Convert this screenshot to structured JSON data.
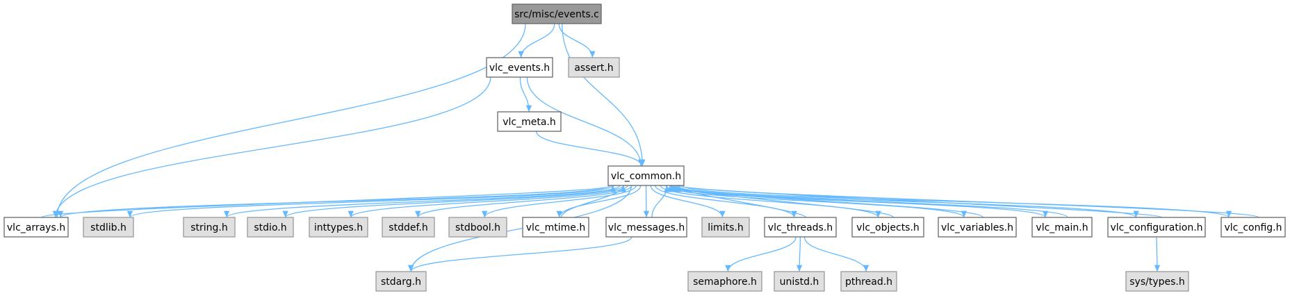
{
  "graph": {
    "nodes": [
      {
        "id": "events_c",
        "label": "src/misc/events.c",
        "kind": "root"
      },
      {
        "id": "vlc_events_h",
        "label": "vlc_events.h",
        "kind": "doc"
      },
      {
        "id": "assert_h",
        "label": "assert.h",
        "kind": "sys"
      },
      {
        "id": "vlc_meta_h",
        "label": "vlc_meta.h",
        "kind": "doc"
      },
      {
        "id": "vlc_common_h",
        "label": "vlc_common.h",
        "kind": "doc"
      },
      {
        "id": "vlc_arrays_h",
        "label": "vlc_arrays.h",
        "kind": "doc"
      },
      {
        "id": "stdlib_h",
        "label": "stdlib.h",
        "kind": "sys"
      },
      {
        "id": "string_h",
        "label": "string.h",
        "kind": "sys"
      },
      {
        "id": "stdio_h",
        "label": "stdio.h",
        "kind": "sys"
      },
      {
        "id": "inttypes_h",
        "label": "inttypes.h",
        "kind": "sys"
      },
      {
        "id": "stddef_h",
        "label": "stddef.h",
        "kind": "sys"
      },
      {
        "id": "stdbool_h",
        "label": "stdbool.h",
        "kind": "sys"
      },
      {
        "id": "vlc_mtime_h",
        "label": "vlc_mtime.h",
        "kind": "doc"
      },
      {
        "id": "vlc_messages_h",
        "label": "vlc_messages.h",
        "kind": "doc"
      },
      {
        "id": "limits_h",
        "label": "limits.h",
        "kind": "sys"
      },
      {
        "id": "vlc_threads_h",
        "label": "vlc_threads.h",
        "kind": "doc"
      },
      {
        "id": "vlc_objects_h",
        "label": "vlc_objects.h",
        "kind": "doc"
      },
      {
        "id": "vlc_variables_h",
        "label": "vlc_variables.h",
        "kind": "doc"
      },
      {
        "id": "vlc_main_h",
        "label": "vlc_main.h",
        "kind": "doc"
      },
      {
        "id": "vlc_configuration_h",
        "label": "vlc_configuration.h",
        "kind": "doc"
      },
      {
        "id": "vlc_config_h",
        "label": "vlc_config.h",
        "kind": "doc"
      },
      {
        "id": "stdarg_h",
        "label": "stdarg.h",
        "kind": "sys"
      },
      {
        "id": "semaphore_h",
        "label": "semaphore.h",
        "kind": "sys"
      },
      {
        "id": "unistd_h",
        "label": "unistd.h",
        "kind": "sys"
      },
      {
        "id": "pthread_h",
        "label": "pthread.h",
        "kind": "sys"
      },
      {
        "id": "sys_types_h",
        "label": "sys/types.h",
        "kind": "sys"
      }
    ],
    "edges": [
      [
        "events_c",
        "vlc_events_h"
      ],
      [
        "events_c",
        "assert_h"
      ],
      [
        "events_c",
        "vlc_arrays_h"
      ],
      [
        "events_c",
        "vlc_common_h"
      ],
      [
        "vlc_events_h",
        "vlc_meta_h"
      ],
      [
        "vlc_events_h",
        "vlc_common_h"
      ],
      [
        "vlc_events_h",
        "vlc_arrays_h"
      ],
      [
        "vlc_meta_h",
        "vlc_common_h"
      ],
      [
        "vlc_common_h",
        "vlc_arrays_h"
      ],
      [
        "vlc_common_h",
        "stdlib_h"
      ],
      [
        "vlc_common_h",
        "string_h"
      ],
      [
        "vlc_common_h",
        "stdio_h"
      ],
      [
        "vlc_common_h",
        "inttypes_h"
      ],
      [
        "vlc_common_h",
        "stddef_h"
      ],
      [
        "vlc_common_h",
        "stdbool_h"
      ],
      [
        "vlc_common_h",
        "vlc_mtime_h"
      ],
      [
        "vlc_common_h",
        "vlc_messages_h"
      ],
      [
        "vlc_common_h",
        "limits_h"
      ],
      [
        "vlc_common_h",
        "vlc_threads_h"
      ],
      [
        "vlc_common_h",
        "vlc_objects_h"
      ],
      [
        "vlc_common_h",
        "vlc_variables_h"
      ],
      [
        "vlc_common_h",
        "vlc_main_h"
      ],
      [
        "vlc_common_h",
        "vlc_configuration_h"
      ],
      [
        "vlc_common_h",
        "vlc_config_h"
      ],
      [
        "vlc_common_h",
        "stdarg_h"
      ],
      [
        "vlc_arrays_h",
        "vlc_common_h"
      ],
      [
        "vlc_mtime_h",
        "vlc_common_h"
      ],
      [
        "vlc_messages_h",
        "vlc_common_h"
      ],
      [
        "vlc_messages_h",
        "stdarg_h"
      ],
      [
        "vlc_threads_h",
        "vlc_common_h"
      ],
      [
        "vlc_threads_h",
        "semaphore_h"
      ],
      [
        "vlc_threads_h",
        "unistd_h"
      ],
      [
        "vlc_threads_h",
        "pthread_h"
      ],
      [
        "vlc_objects_h",
        "vlc_common_h"
      ],
      [
        "vlc_variables_h",
        "vlc_common_h"
      ],
      [
        "vlc_main_h",
        "vlc_common_h"
      ],
      [
        "vlc_configuration_h",
        "vlc_common_h"
      ],
      [
        "vlc_configuration_h",
        "sys_types_h"
      ],
      [
        "vlc_config_h",
        "vlc_common_h"
      ]
    ]
  },
  "colors": {
    "edge": "#63b8ff",
    "root_fill": "#999999",
    "doc_fill": "#ffffff",
    "sys_fill": "#e0e0e0"
  }
}
